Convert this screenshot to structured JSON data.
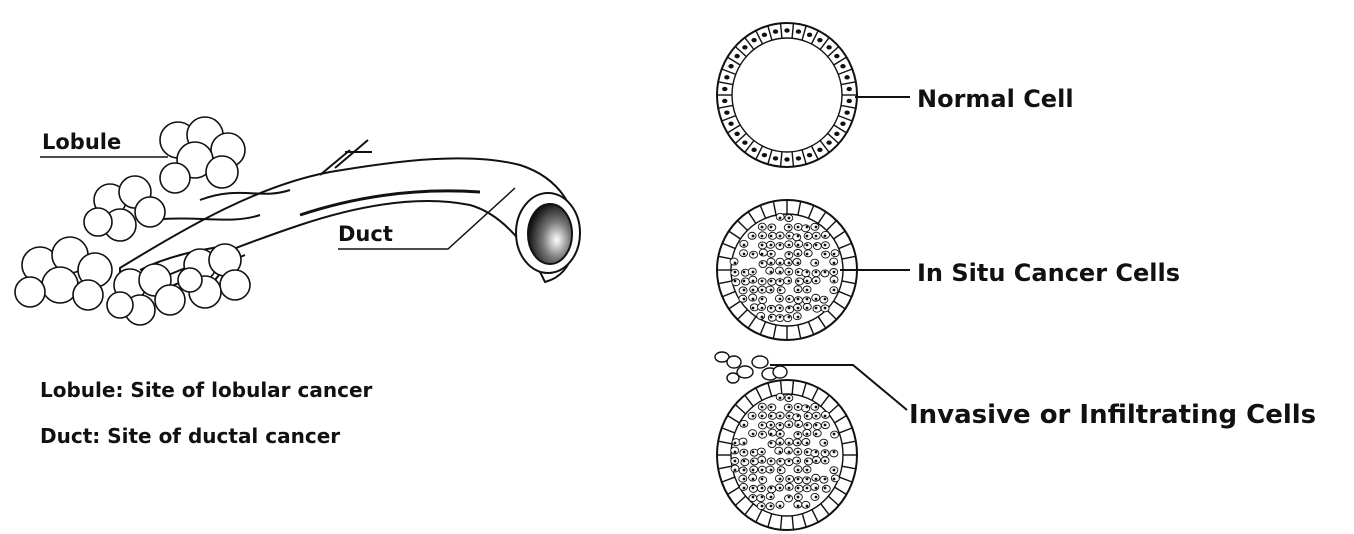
{
  "labels": {
    "lobule": "Lobule",
    "duct": "Duct",
    "normal_cell": "Normal Cell",
    "in_situ": "In Situ Cancer Cells",
    "invasive": "Invasive or Infiltrating Cells"
  },
  "captions": {
    "lobule_site": "Lobule: Site of lobular cancer",
    "duct_site": "Duct: Site of ductal cancer"
  }
}
